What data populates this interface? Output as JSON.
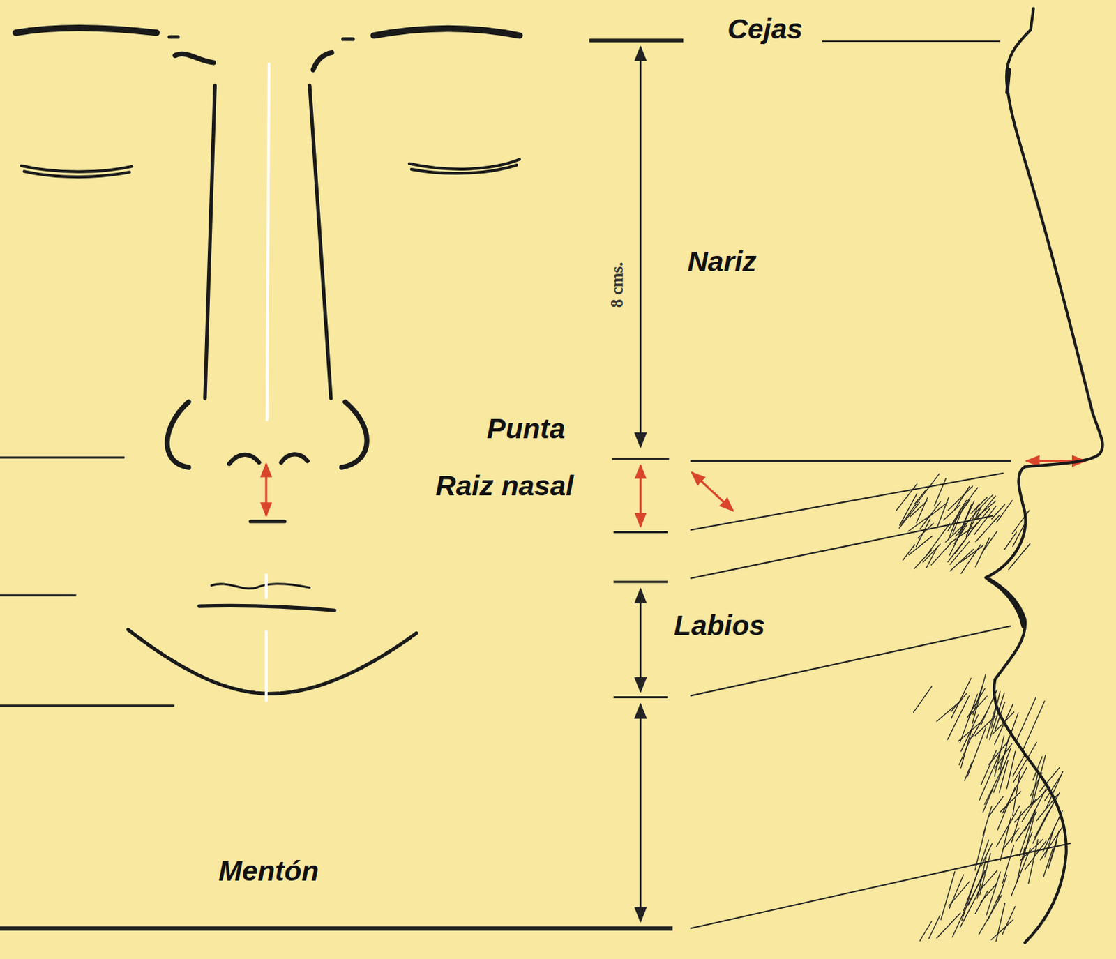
{
  "diagram": {
    "labels": [
      "Cejas",
      "Nariz",
      "Punta",
      "Raiz nasal",
      "Labios",
      "Mentón",
      "8 cms."
    ]
  }
}
